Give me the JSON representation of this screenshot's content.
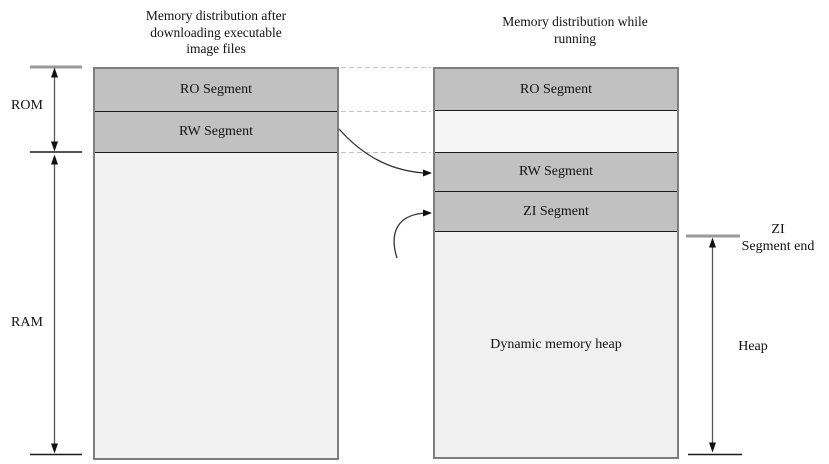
{
  "titles": {
    "left": "Memory distribution after\ndownloading executable\nimage files",
    "right": "Memory distribution while\nrunning"
  },
  "left_column": {
    "segments": [
      {
        "label": "RO Segment"
      },
      {
        "label": "RW Segment"
      },
      {
        "label": ""
      }
    ]
  },
  "right_column": {
    "segments": [
      {
        "label": "RO Segment"
      },
      {
        "label": ""
      },
      {
        "label": "RW Segment"
      },
      {
        "label": "ZI Segment"
      },
      {
        "label": "Dynamic memory heap"
      }
    ]
  },
  "annotations": {
    "rom": "ROM",
    "ram": "RAM",
    "zi_segment_end": "ZI\nSegment end",
    "heap": "Heap"
  },
  "colors": {
    "segment_fill": "#c1c1c1",
    "empty_fill_left": "#f2f2f2",
    "empty_fill_right": "#f0f0f0",
    "gap_fill": "#f5f5f5",
    "segment_border": "#1a1a1a",
    "outer_border": "#7e7e7e",
    "dashed_line": "#c4c4c4",
    "dimension_line": "#555555",
    "tick_gray": "#9a9a9a"
  }
}
